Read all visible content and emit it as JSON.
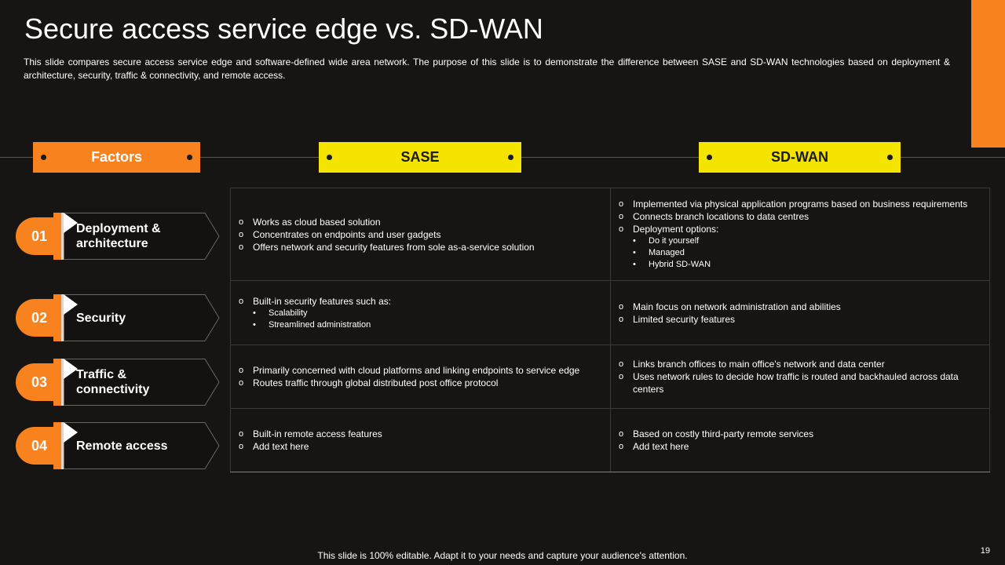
{
  "slide": {
    "title": "Secure access service edge vs. SD-WAN",
    "subtitle": "This slide compares secure access service edge and software-defined wide area network. The purpose of this slide is to demonstrate the difference between SASE and SD-WAN technologies based on deployment & architecture, security, traffic & connectivity, and remote access.",
    "footer": "This slide is 100% editable. Adapt it to your needs and capture your audience's attention.",
    "page_number": "19"
  },
  "headers": {
    "factors": "Factors",
    "sase": "SASE",
    "sdwan": "SD-WAN"
  },
  "factors": [
    {
      "num": "01",
      "label": "Deployment & architecture"
    },
    {
      "num": "02",
      "label": "Security"
    },
    {
      "num": "03",
      "label": "Traffic & connectivity"
    },
    {
      "num": "04",
      "label": "Remote access"
    }
  ],
  "rows": [
    {
      "sase": [
        {
          "text": "Works as cloud based solution",
          "sub": []
        },
        {
          "text": "Concentrates on endpoints and user gadgets",
          "sub": []
        },
        {
          "text": "Offers network and security features from sole as-a-service solution",
          "sub": []
        }
      ],
      "sdwan": [
        {
          "text": "Implemented via physical application programs based on business requirements",
          "sub": []
        },
        {
          "text": "Connects branch locations to data centres",
          "sub": []
        },
        {
          "text": "Deployment options:",
          "sub": [
            "Do it yourself",
            "Managed",
            "Hybrid SD-WAN"
          ]
        }
      ]
    },
    {
      "sase": [
        {
          "text": "Built-in security features such as:",
          "sub": [
            "Scalability",
            "Streamlined administration"
          ]
        }
      ],
      "sdwan": [
        {
          "text": "Main focus on network administration and abilities",
          "sub": []
        },
        {
          "text": "Limited security features",
          "sub": []
        }
      ]
    },
    {
      "sase": [
        {
          "text": "Primarily concerned with cloud platforms and linking endpoints to service edge",
          "sub": []
        },
        {
          "text": "Routes traffic through global distributed post office protocol",
          "sub": []
        }
      ],
      "sdwan": [
        {
          "text": "Links branch offices to main office's network and data center",
          "sub": []
        },
        {
          "text": "Uses network rules to decide how traffic is routed and backhauled across data centers",
          "sub": []
        }
      ]
    },
    {
      "sase": [
        {
          "text": "Built-in remote access features",
          "sub": []
        },
        {
          "text": "Add text here",
          "sub": []
        }
      ],
      "sdwan": [
        {
          "text": "Based on costly third-party remote services",
          "sub": []
        },
        {
          "text": "Add text here",
          "sub": []
        }
      ]
    }
  ],
  "colors": {
    "background": "#171513",
    "accent_orange": "#f7821e",
    "accent_yellow": "#f5e400"
  }
}
